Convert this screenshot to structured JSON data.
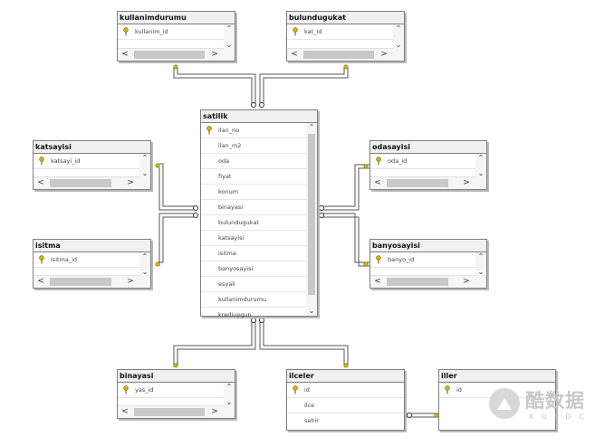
{
  "tables": {
    "kullanimdurumu": {
      "title": "kullanimdurumu",
      "rows": [
        "kullanim_id"
      ]
    },
    "bulundugukat": {
      "title": "bulundugukat",
      "rows": [
        "kat_id"
      ]
    },
    "satilik": {
      "title": "satilik",
      "rows": [
        "ilan_no",
        "ilan_m2",
        "oda",
        "fiyat",
        "konum",
        "binayasi",
        "bulundugukat",
        "katsayisi",
        "isitma",
        "banyosayisi",
        "esyali",
        "kullanimdurumu",
        "krediuygun"
      ]
    },
    "katsayisi": {
      "title": "katsayisi",
      "rows": [
        "katsayi_id"
      ]
    },
    "odasayisi": {
      "title": "odasayisi",
      "rows": [
        "oda_id"
      ]
    },
    "isitma": {
      "title": "isitma",
      "rows": [
        "isitma_id"
      ]
    },
    "banyosayisi": {
      "title": "banyosayisi",
      "rows": [
        "banyo_id"
      ]
    },
    "binayasi": {
      "title": "binayasi",
      "rows": [
        "yas_id"
      ]
    },
    "ilceler": {
      "title": "ilceler",
      "rows": [
        "id",
        "ilce",
        "sehir"
      ]
    },
    "iller": {
      "title": "iller",
      "rows": [
        "id"
      ]
    }
  },
  "watermark": {
    "text": "酷数据",
    "subtext": "KUIDC"
  },
  "colors": {
    "border": "#7f7f7f",
    "key": "#d7b600",
    "line": "#555555",
    "scroll": "#c8c8c8"
  }
}
